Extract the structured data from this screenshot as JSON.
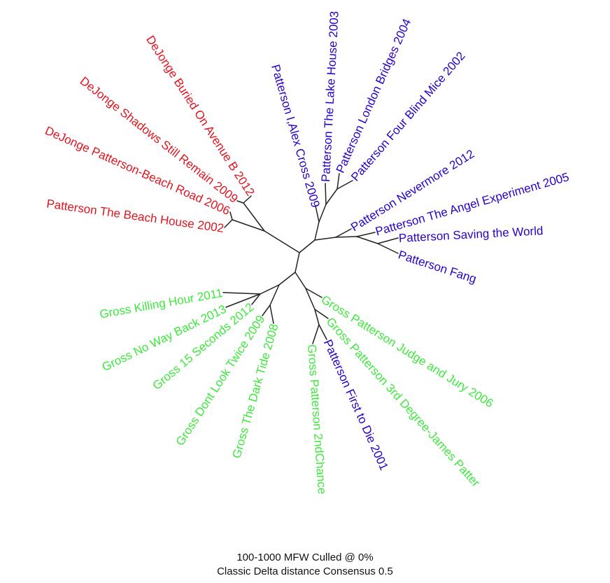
{
  "colors": {
    "dejonge": "#e0141e",
    "patterson": "#2a00c8",
    "gross": "#3de83d",
    "branch": "#222222"
  },
  "leaves": [
    {
      "id": "alex",
      "label": "Patterson I,Alex Cross 2009",
      "group": "patterson"
    },
    {
      "id": "lake",
      "label": "Patterson The Lake House 2003",
      "group": "patterson"
    },
    {
      "id": "london",
      "label": "Patterson London Bridges 2004",
      "group": "patterson"
    },
    {
      "id": "mice",
      "label": "Patterson Four Blind Mice 2002",
      "group": "patterson"
    },
    {
      "id": "never",
      "label": "Patterson Nevermore 2012",
      "group": "patterson"
    },
    {
      "id": "angel",
      "label": "Patterson The Angel Experiment 2005",
      "group": "patterson"
    },
    {
      "id": "saving",
      "label": "Patterson Saving the World",
      "group": "patterson"
    },
    {
      "id": "fang",
      "label": "Patterson  Fang",
      "group": "patterson"
    },
    {
      "id": "judge",
      "label": "Gross Patterson Judge and Jury 2006",
      "group": "gross"
    },
    {
      "id": "third",
      "label": "Gross Patterson 3rd Degree-James Patter",
      "group": "gross"
    },
    {
      "id": "first",
      "label": "Patterson First to Die 2001",
      "group": "patterson"
    },
    {
      "id": "second",
      "label": "Gross Patterson 2ndChance",
      "group": "gross"
    },
    {
      "id": "tide",
      "label": "Gross The Dark Tide 2008",
      "group": "gross"
    },
    {
      "id": "twice",
      "label": "Gross Dont Look Twice 2009",
      "group": "gross"
    },
    {
      "id": "fifteen",
      "label": "Gross 15 Seconds 2012",
      "group": "gross"
    },
    {
      "id": "noway",
      "label": "Gross No Way Back 2013",
      "group": "gross"
    },
    {
      "id": "killing",
      "label": "Gross Killing Hour 2011",
      "group": "gross"
    },
    {
      "id": "beachhouse",
      "label": "Patterson  The Beach House 2002",
      "group": "dejonge"
    },
    {
      "id": "beachroad",
      "label": "DeJonge Patterson-Beach Road 2006",
      "group": "dejonge"
    },
    {
      "id": "shadows",
      "label": "DeJonge Shadows Still Remain 2009",
      "group": "dejonge"
    },
    {
      "id": "buried",
      "label": "DeJonge Buried On Avenue B 2012",
      "group": "dejonge"
    }
  ],
  "caption": {
    "line1": "100-1000 MFW  Culled @ 0%",
    "line2": "Classic Delta distance Consensus 0.5"
  }
}
